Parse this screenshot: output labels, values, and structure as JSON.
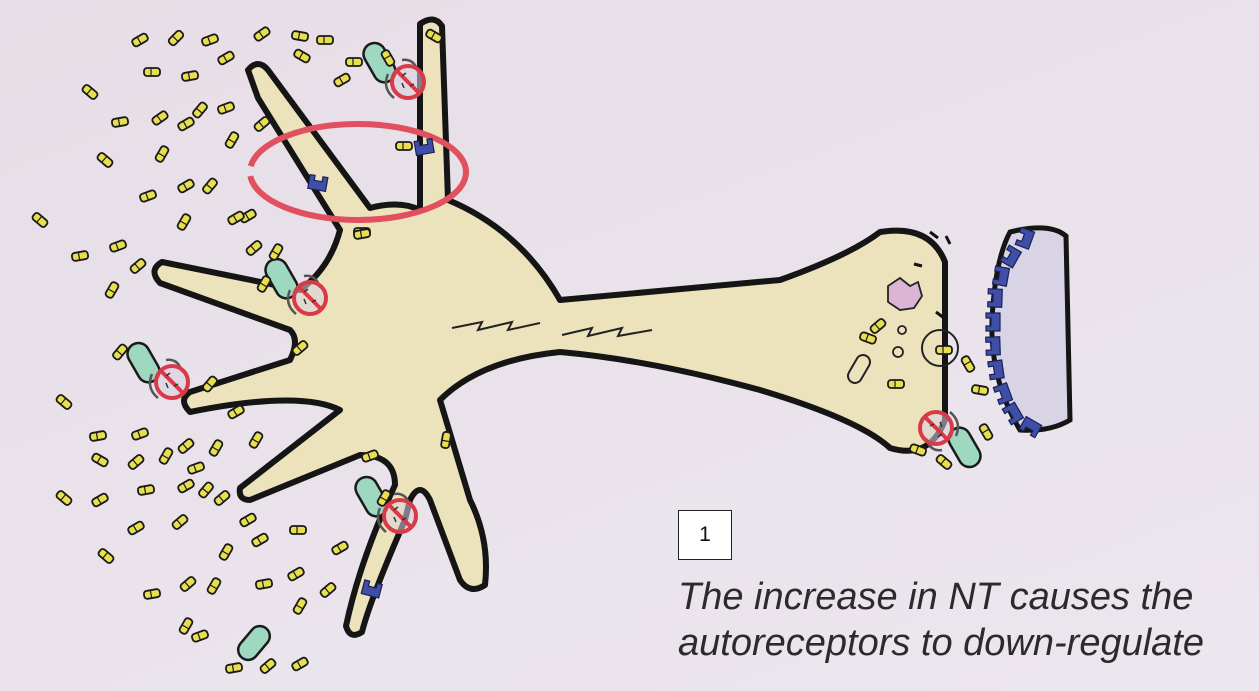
{
  "label_box": {
    "text": "1"
  },
  "caption": {
    "line1": "The increase in NT causes the",
    "line2": "autoreceptors to down-regulate"
  },
  "colors": {
    "background": "#e9e1ea",
    "neuron_fill": "#ece3bd",
    "outline": "#151515",
    "neurotransmitter": "#e8df4e",
    "receptor": "#3f4fa8",
    "highlight_ring": "#e0505e",
    "transporter": "#9ed8c0",
    "prohibited": "#d93a48"
  },
  "icons": {
    "neurotransmitter": "neurotransmitter-capsule-icon",
    "autoreceptor": "autoreceptor-icon",
    "postsynaptic_receptor": "postsynaptic-receptor-icon",
    "blocked": "prohibited-icon"
  }
}
